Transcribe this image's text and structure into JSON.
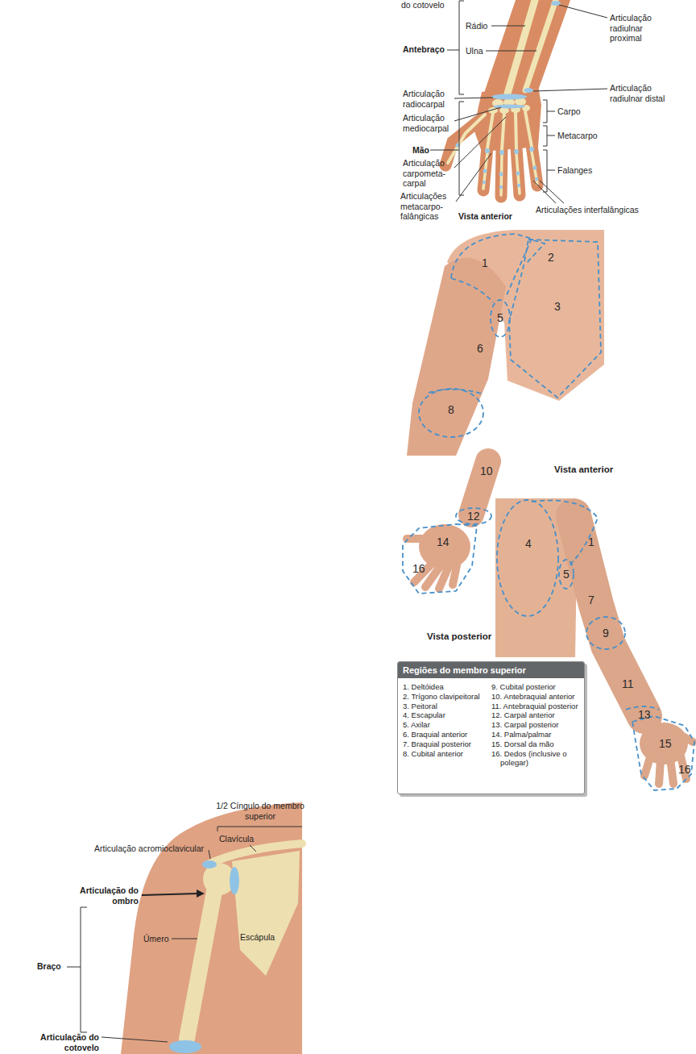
{
  "diagram": {
    "nodes": [
      {
        "text": [
          "Regiões do membro superior",
          "1. Deltóidea",
          "2. Trígono clavipeitoral",
          "3. Peitoral",
          "4. Escapular",
          "5. Axilar",
          "6. Braquial anterior",
          "7. Braquial posterior",
          "8. Cubital anterior",
          "9. Cubital posterior",
          "10. Antebraquial anterior",
          "11. Antebraquial posterior",
          "12. Carpal anterior",
          "13. Carpal posterior",
          "14. Palma/palmar",
          "15. Dorsal da mão",
          "16. Dedos (inclusive o polegar)"
        ]
      }
    ],
    "labels": [
      "do cotovelo",
      "Rádio",
      "Articulação radiulnar proximal",
      "Antebraço",
      "Ulna",
      "Articulação radiulnar distal",
      "Articulação radiocarpal",
      "Articulação mediocarpal",
      "Carpo",
      "Metacarpo",
      "Mão",
      "Falanges",
      "Articulação carpometa-carpal",
      "Articulações metacarpo-falângicas",
      "Vista anterior",
      "Articulações interfalângicas",
      "1",
      "2",
      "3",
      "5",
      "6",
      "8",
      "10",
      "Vista anterior",
      "12",
      "14",
      "4",
      "1",
      "16",
      "5",
      "7",
      "Vista posterior",
      "9",
      "11",
      "13",
      "15",
      "16",
      "1/2 Cíngulo do membro superior",
      "Clavícula",
      "Articulação acromioclavicular",
      "Articulação do ombro",
      "Escápula",
      "Úmero",
      "Braço",
      "Articulação do cotovelo"
    ]
  }
}
